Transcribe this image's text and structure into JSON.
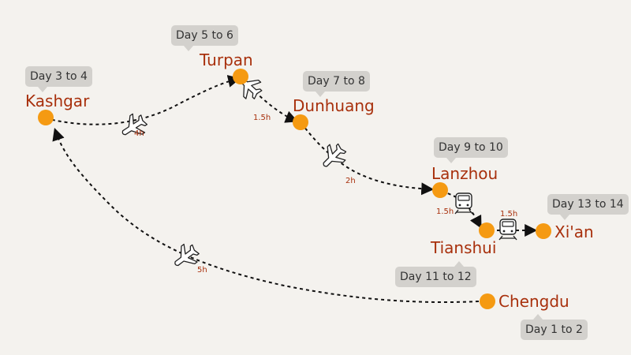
{
  "cities": [
    {
      "name": "Kashgar",
      "days": "Day 3 to 4"
    },
    {
      "name": "Turpan",
      "days": "Day 5 to 6"
    },
    {
      "name": "Dunhuang",
      "days": "Day 7 to 8"
    },
    {
      "name": "Lanzhou",
      "days": "Day 9 to 10"
    },
    {
      "name": "Tianshui",
      "days": "Day 11 to 12"
    },
    {
      "name": "Xi'an",
      "days": "Day 13 to 14"
    },
    {
      "name": "Chengdu",
      "days": "Day 1 to 2"
    }
  ],
  "legs": [
    {
      "from": "Kashgar",
      "to": "Turpan",
      "mode": "plane-icon",
      "duration": "4h"
    },
    {
      "from": "Turpan",
      "to": "Dunhuang",
      "mode": "plane-icon",
      "duration": "1.5h"
    },
    {
      "from": "Dunhuang",
      "to": "Lanzhou",
      "mode": "plane-icon",
      "duration": "2h"
    },
    {
      "from": "Lanzhou",
      "to": "Tianshui",
      "mode": "train-icon",
      "duration": "1.5h"
    },
    {
      "from": "Tianshui",
      "to": "Xi'an",
      "mode": "train-icon",
      "duration": "1.5h"
    },
    {
      "from": "Chengdu",
      "to": "Kashgar",
      "mode": "plane-icon",
      "duration": "5h"
    }
  ],
  "colors": {
    "background": "#f4f2ee",
    "city_dot": "#f59a12",
    "city_label": "#a8300c",
    "badge": "#d3d1cd"
  }
}
